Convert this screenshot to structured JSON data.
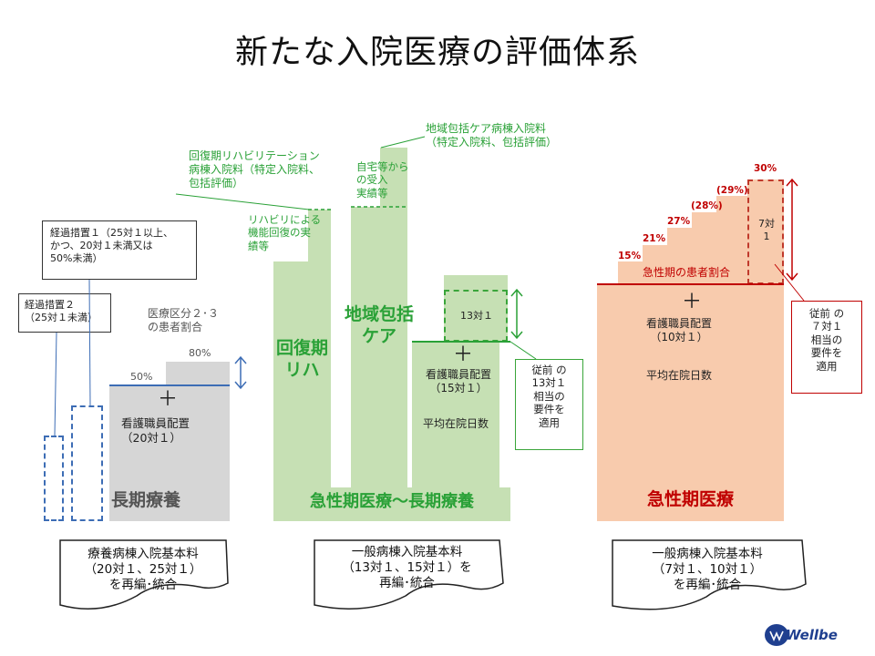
{
  "title": "新たな入院医療の評価体系",
  "left": {
    "note_keika1": "経過措置１（25対１以上、\nかつ、20対１未満又は\n50%未満）",
    "note_keika2": "経過措置２\n（25対１未満）",
    "kubun_label": "医療区分２･３\nの患者割合",
    "pct_80": "80%",
    "pct_50": "50%",
    "plus": "＋",
    "kango": "看護職員配置\n（20対１）",
    "ward_label": "長期療養",
    "scroll": "療養病棟入院基本料\n（20対１、25対１）\nを再編･統合"
  },
  "middle": {
    "note_kaifuku": "回復期リハビリテーション\n病棟入院料（特定入院料、\n包括評価）",
    "note_chiiki": "地域包括ケア病棟入院料\n（特定入院料、包括評価）",
    "note_rehab": "リハビリによる\n機能回復の実\n績等",
    "note_jitaku": "自宅等から\nの受入\n実績等",
    "kaifuku_rihab": "回復期\nリハ",
    "chiiki_care": "地域包括\nケア",
    "ratio_13": "13対１",
    "plus": "＋",
    "kango": "看護職員配置\n（15対１）",
    "heikin": "平均在院日数",
    "juuzen": "従前 の\n13対１\n相当の\n要件を\n適用",
    "ward_label": "急性期医療～長期療養",
    "scroll": "一般病棟入院基本料\n（13対１、15対１）を\n再編･統合"
  },
  "right": {
    "pcts": [
      "15%",
      "21%",
      "27%",
      "(28%)",
      "(29%)",
      "30%"
    ],
    "ratio_7": "7対\n1",
    "kanja_wariai": "急性期の患者割合",
    "plus": "＋",
    "kango": "看護職員配置\n（10対１）",
    "heikin": "平均在院日数",
    "juuzen": "従前 の\n７対１\n相当の\n要件を\n適用",
    "ward_label": "急性期医療",
    "scroll": "一般病棟入院基本料\n（7対１、10対１）\nを再編･統合"
  },
  "logo_text": "Wellbe",
  "colors": {
    "gray": "#d6d6d6",
    "green": "#c6e0b4",
    "green_text": "#2aa137",
    "pink": "#f8cbad",
    "red": "#c00000",
    "blue": "#3d6db5"
  }
}
